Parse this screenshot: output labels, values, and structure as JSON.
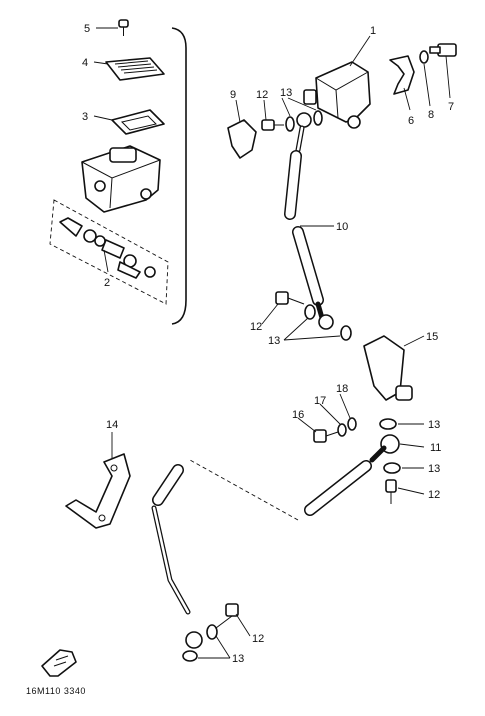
{
  "callouts": {
    "c1": "1",
    "c2": "2",
    "c3": "3",
    "c4": "4",
    "c5": "5",
    "c6": "6",
    "c7": "7",
    "c8": "8",
    "c9": "9",
    "c10": "10",
    "c11_right": "11",
    "c12_upper": "12",
    "c12_mid": "12",
    "c12_right": "12",
    "c12_lower": "12",
    "c13_upper": "13",
    "c13_mid": "13",
    "c13_right_a": "13",
    "c13_right_b": "13",
    "c13_lower": "13",
    "c14": "14",
    "c15": "15",
    "c16": "16",
    "c17": "17",
    "c18": "18"
  },
  "figure_code": "16M110 3340",
  "colors": {
    "ink": "#111111",
    "paper": "#ffffff"
  }
}
